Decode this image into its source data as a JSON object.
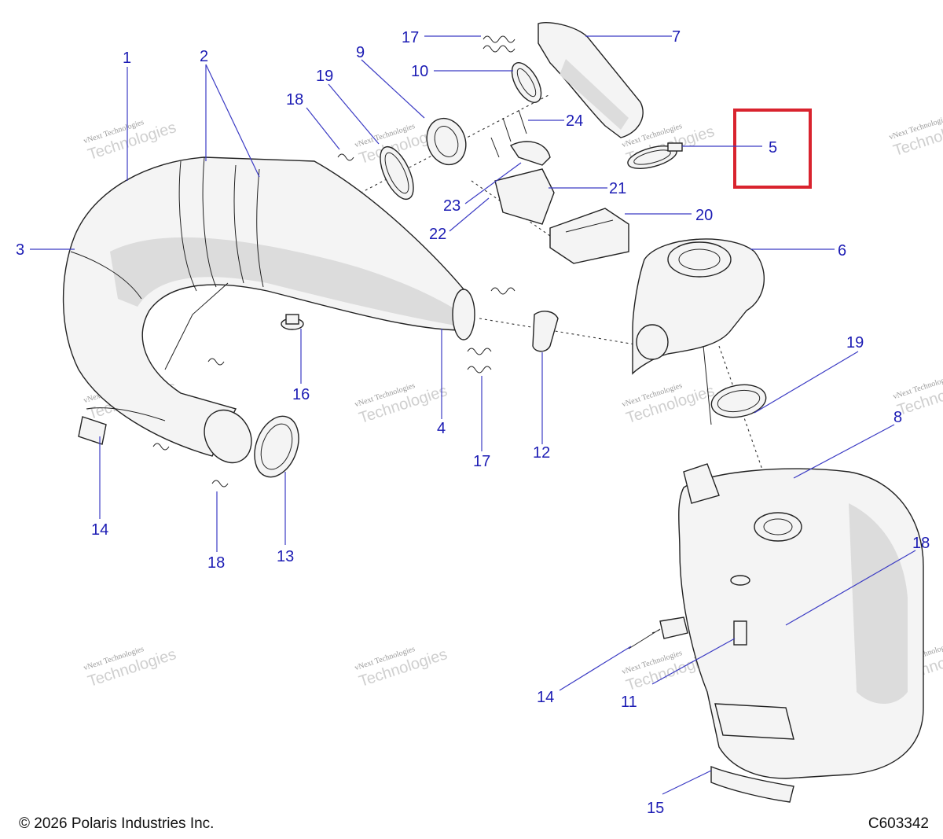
{
  "footer": {
    "copyright": "© 2026 Polaris Industries Inc.",
    "drawing_number": "C603342"
  },
  "watermark": {
    "line1": "vNext Technologies",
    "line2": "Technologies"
  },
  "callouts": {
    "c1": "1",
    "c2": "2",
    "c3": "3",
    "c4": "4",
    "c5": "5",
    "c6": "6",
    "c7": "7",
    "c8": "8",
    "c9": "9",
    "c10": "10",
    "c11": "11",
    "c12": "12",
    "c13": "13",
    "c14a": "14",
    "c14b": "14",
    "c15": "15",
    "c16": "16",
    "c17a": "17",
    "c17b": "17",
    "c18a": "18",
    "c18b": "18",
    "c18c": "18",
    "c19a": "19",
    "c19b": "19",
    "c20": "20",
    "c21": "21",
    "c22": "22",
    "c23": "23",
    "c24": "24"
  },
  "highlight": {
    "callout": "5",
    "color": "#d9232e"
  },
  "colors": {
    "callout_text": "#1c1cb4",
    "leader_line": "#3b3bc4"
  }
}
